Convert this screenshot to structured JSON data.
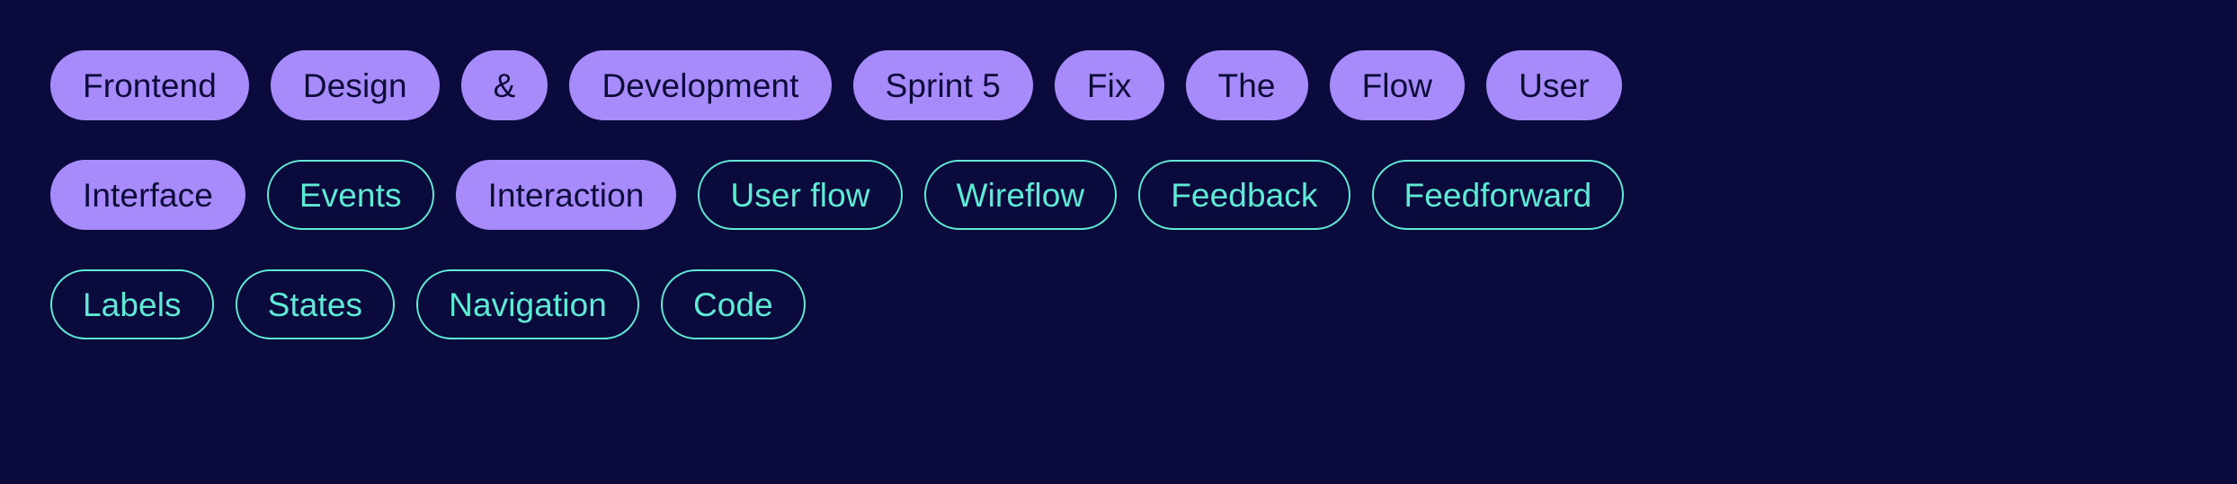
{
  "palette": {
    "background": "#0a0a3c",
    "filled_chip_background": "#a78bfa",
    "filled_chip_text": "#0d0b3a",
    "outlined_chip_border": "#5eead4",
    "outlined_chip_text": "#5eead4"
  },
  "tag_cloud": {
    "rows": [
      {
        "chips": [
          {
            "label": "Frontend",
            "style": "filled"
          },
          {
            "label": "Design",
            "style": "filled"
          },
          {
            "label": "&",
            "style": "filled"
          },
          {
            "label": "Development",
            "style": "filled"
          },
          {
            "label": "Sprint 5",
            "style": "filled"
          },
          {
            "label": "Fix",
            "style": "filled"
          },
          {
            "label": "The",
            "style": "filled"
          },
          {
            "label": "Flow",
            "style": "filled"
          },
          {
            "label": "User",
            "style": "filled"
          }
        ]
      },
      {
        "chips": [
          {
            "label": "Interface",
            "style": "filled"
          },
          {
            "label": "Events",
            "style": "outlined"
          },
          {
            "label": "Interaction",
            "style": "filled"
          },
          {
            "label": "User flow",
            "style": "outlined"
          },
          {
            "label": "Wireflow",
            "style": "outlined"
          },
          {
            "label": "Feedback",
            "style": "outlined"
          },
          {
            "label": "Feedforward",
            "style": "outlined"
          }
        ]
      },
      {
        "chips": [
          {
            "label": "Labels",
            "style": "outlined"
          },
          {
            "label": "States",
            "style": "outlined"
          },
          {
            "label": "Navigation",
            "style": "outlined"
          },
          {
            "label": "Code",
            "style": "outlined"
          }
        ]
      }
    ]
  }
}
